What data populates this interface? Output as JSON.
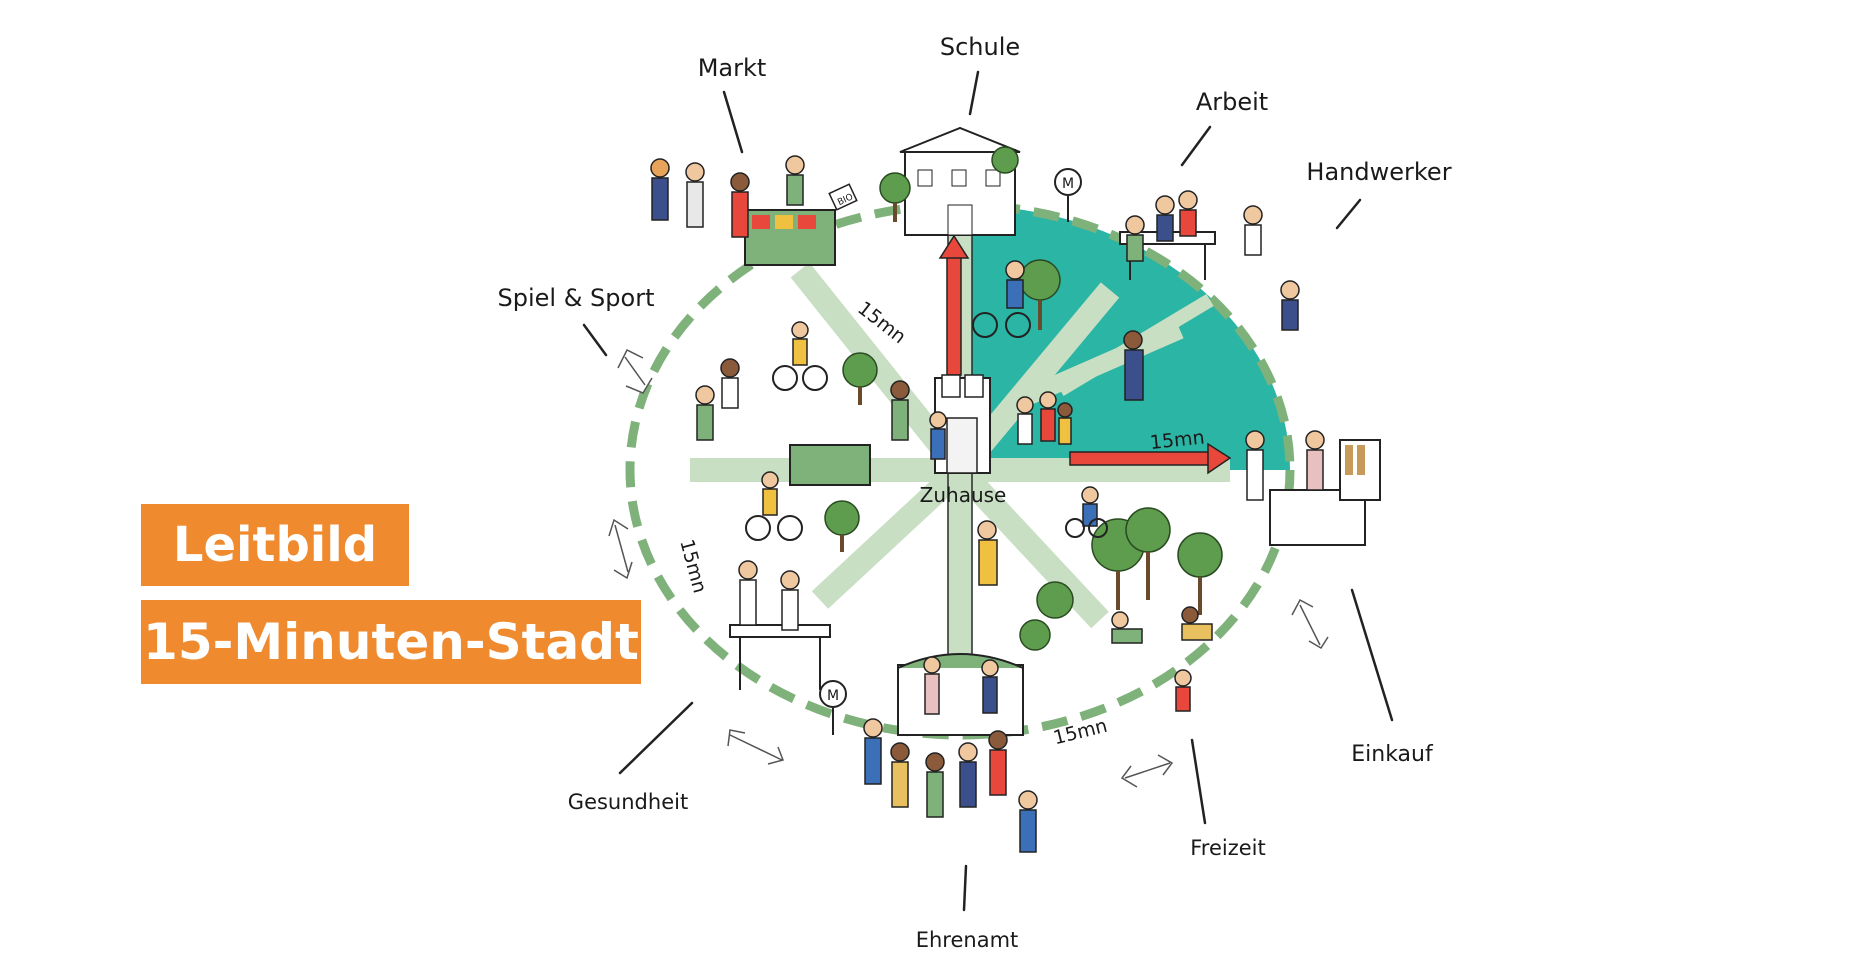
{
  "title": {
    "line1": "Leitbild",
    "line2": "15-Minuten-Stadt"
  },
  "center_label": "Zuhause",
  "destinations": {
    "markt": "Markt",
    "schule": "Schule",
    "arbeit": "Arbeit",
    "handwerker": "Handwerker",
    "spiel_sport": "Spiel & Sport",
    "einkauf": "Einkauf",
    "gesundheit": "Gesundheit",
    "freizeit": "Freizeit",
    "ehrenamt": "Ehrenamt"
  },
  "time_labels": {
    "north_west": "15mn",
    "east": "15mn",
    "west": "15mn",
    "south": "15mn"
  },
  "sign_labels": {
    "market_stall": "BIO",
    "metro_top": "M",
    "metro_bottom": "M"
  },
  "colors": {
    "accent_orange": "#ef8a2e",
    "teal_quarter": "#2bb5a5",
    "path_green": "#c8dfc4",
    "dash_green": "#7fb27a",
    "arrow_red": "#e8473c",
    "tree_green": "#5e9c4e",
    "ink": "#1a1a1a"
  }
}
